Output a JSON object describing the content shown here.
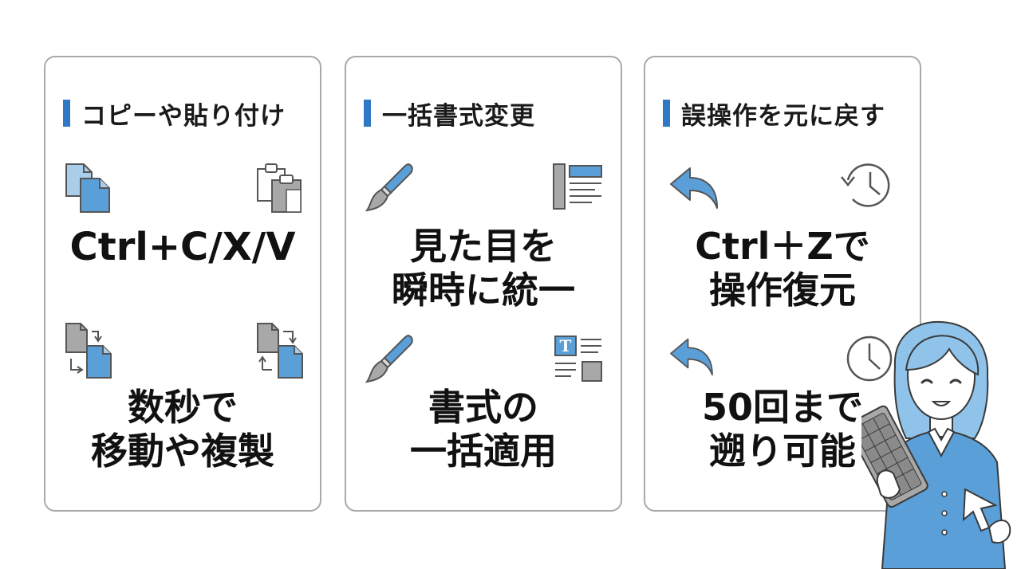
{
  "colors": {
    "accent": "#2f78c5",
    "icon_blue": "#5b9fd8",
    "icon_light_blue": "#a9cdeb",
    "icon_gray": "#a8a8a8",
    "border": "#a9a9a9",
    "text": "#111111"
  },
  "cards": [
    {
      "title": "コピーや貼り付け",
      "main_lines": [
        "Ctrl+C/X/V"
      ],
      "sub_lines": [
        "数秒で",
        "移動や複製"
      ],
      "icons": [
        "copy-pages-icon",
        "clipboard-icon",
        "move-file-icon",
        "swap-file-icon"
      ]
    },
    {
      "title": "一括書式変更",
      "main_lines": [
        "見た目を",
        "瞬時に統一"
      ],
      "sub_lines": [
        "書式の",
        "一括適用"
      ],
      "icons": [
        "paintbrush-icon",
        "document-layout-icon",
        "paintbrush-icon",
        "text-format-icon"
      ]
    },
    {
      "title": "誤操作を元に戻す",
      "main_lines": [
        "Ctrl＋Zで",
        "操作復元"
      ],
      "sub_lines": [
        "50回まで",
        "遡り可能"
      ],
      "icons": [
        "undo-arrow-icon",
        "history-clock-icon",
        "undo-arrow-icon",
        "clock-icon"
      ]
    }
  ],
  "character": {
    "icon": "office-worker-with-keyboard-illustration"
  }
}
